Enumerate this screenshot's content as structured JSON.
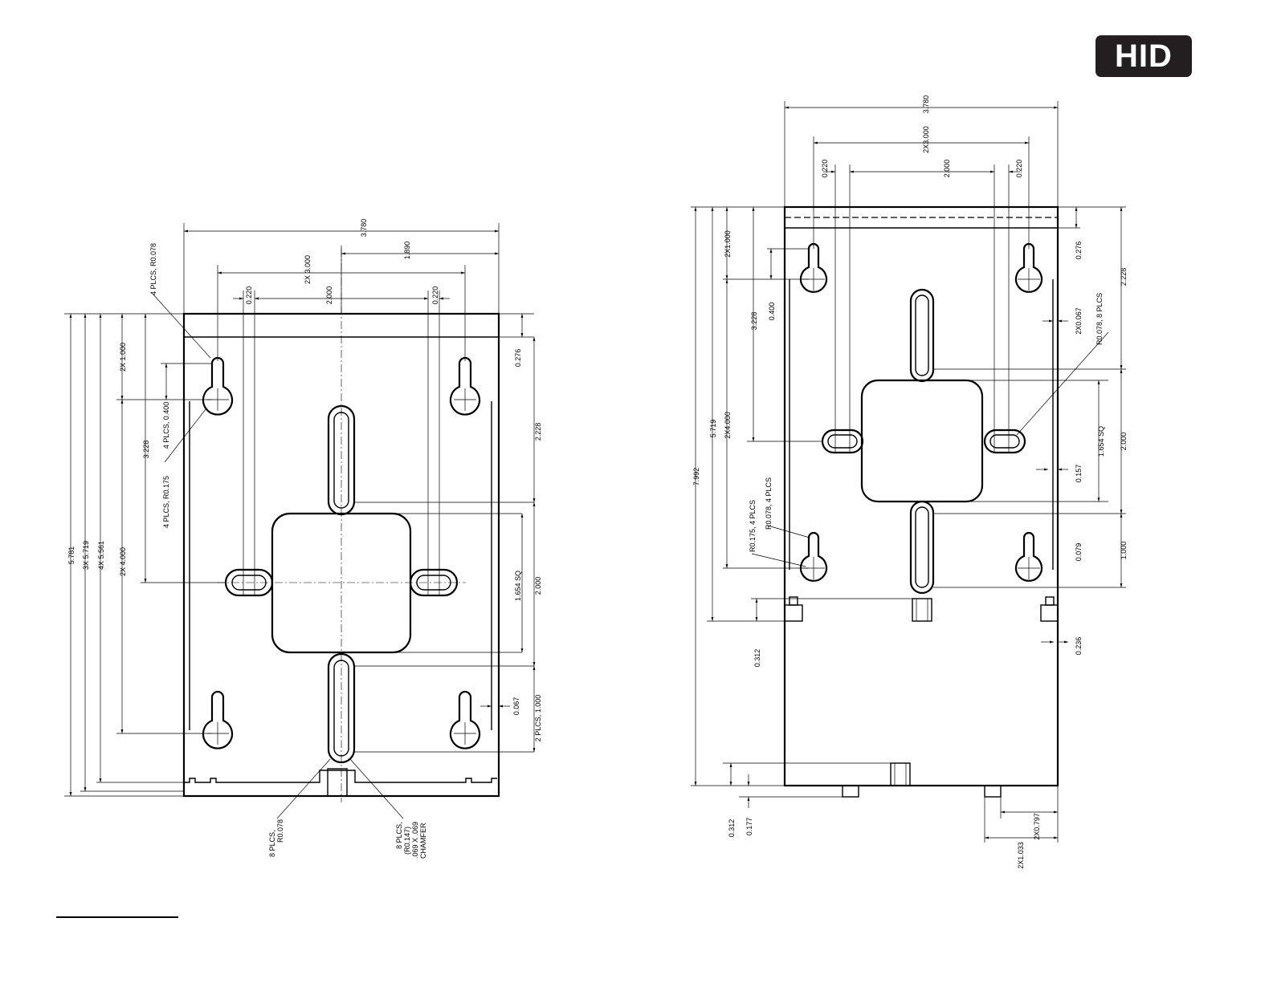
{
  "logo": {
    "text": "HID"
  },
  "left_view": {
    "dims": {
      "overall_width": "3.780",
      "offset_1890": "1.890",
      "span_3000": "2X 3.000",
      "span_2000": "2.000",
      "slot_l": "0.220",
      "slot_r": "0.220",
      "d_276": "0.276",
      "d_2228": "2.228",
      "d_1654": "1.654 SQ",
      "d_2000v": "2.000",
      "d_067": "0.067",
      "d_1000": "2 PLCS, 1.000",
      "d_5781": "5.781",
      "d_5719": "3X 5.719",
      "d_5561": "4X 5.561",
      "d_4000": "2X 4.000",
      "d_3228": "3.228",
      "d_1000a": "2X 1.000",
      "d_0400": "4 PLCS, 0.400"
    },
    "notes": {
      "r078": "4 PLCS, R0.078",
      "r175": "4 PLCS, R0.175",
      "r078b_1": "8 PLCS,",
      "r078b_2": "R0.078",
      "chamf_1": "8 PLCS,",
      "chamf_2": "(R0.147)",
      "chamf_3": ".069 X .069",
      "chamf_4": "CHAMFER"
    }
  },
  "right_view": {
    "dims": {
      "overall_width": "3.780",
      "span_3000": "2X3.000",
      "span_2000": "2.000",
      "slot_l": "0.220",
      "slot_r": "0.220",
      "d_276": "0.276",
      "d_2228": "2.228",
      "d_067": "2X0.067",
      "d_1654": "1.654 SQ",
      "d_2000v": "2.000",
      "d_157": "0.157",
      "d_079": "0.079",
      "d_1000": "1.000",
      "d_236": "0.236",
      "d_7992": "7.992",
      "d_5719": "5.719",
      "d_4000": "2X4.000",
      "d_3228": "3.228",
      "d_1000a": "2X1.000",
      "d_0400": "0.400",
      "d_312a": "0.312",
      "d_312b": "0.312",
      "d_177": "0.177",
      "d_797": "2X0.797",
      "d_1033": "2X1.033"
    },
    "notes": {
      "r078": "R0.078, 8 PLCS",
      "r175": "R0.175, 4 PLCS",
      "r078b": "R0.078, 4 PLCS"
    }
  }
}
